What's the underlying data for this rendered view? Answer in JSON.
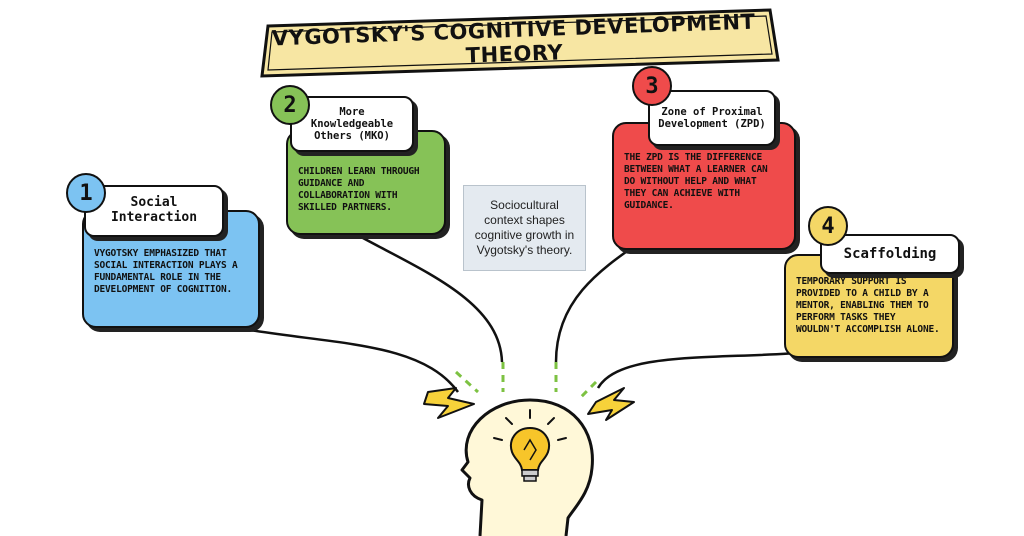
{
  "title": "Vygotsky's Cognitive Development Theory",
  "center_note": "Sociocultural context shapes cognitive growth in Vygotsky's theory.",
  "items": [
    {
      "number": "1",
      "label": "Social Interaction",
      "text": "Vygotsky emphasized that social interaction plays a fundamental role in the development of cognition.",
      "color": "#7cc3f2"
    },
    {
      "number": "2",
      "label": "More Knowledgeable Others (MKO)",
      "text": "Children learn through guidance and collaboration with skilled partners.",
      "color": "#86c257"
    },
    {
      "number": "3",
      "label": "Zone of Proximal Development (ZPD)",
      "text": "The ZPD is the difference between what a learner can do without help and what they can achieve with guidance.",
      "color": "#ef4b4b"
    },
    {
      "number": "4",
      "label": "Scaffolding",
      "text": "Temporary support is provided to a child by a mentor, enabling them to perform tasks they wouldn't accomplish alone.",
      "color": "#f4d766"
    }
  ],
  "colors": {
    "banner": "#f7e6a3",
    "accent_dash": "#7dc242",
    "bulb": "#f7c52a"
  },
  "icons": [
    "head-icon",
    "lightbulb-icon",
    "lightning-bolt-icon"
  ]
}
